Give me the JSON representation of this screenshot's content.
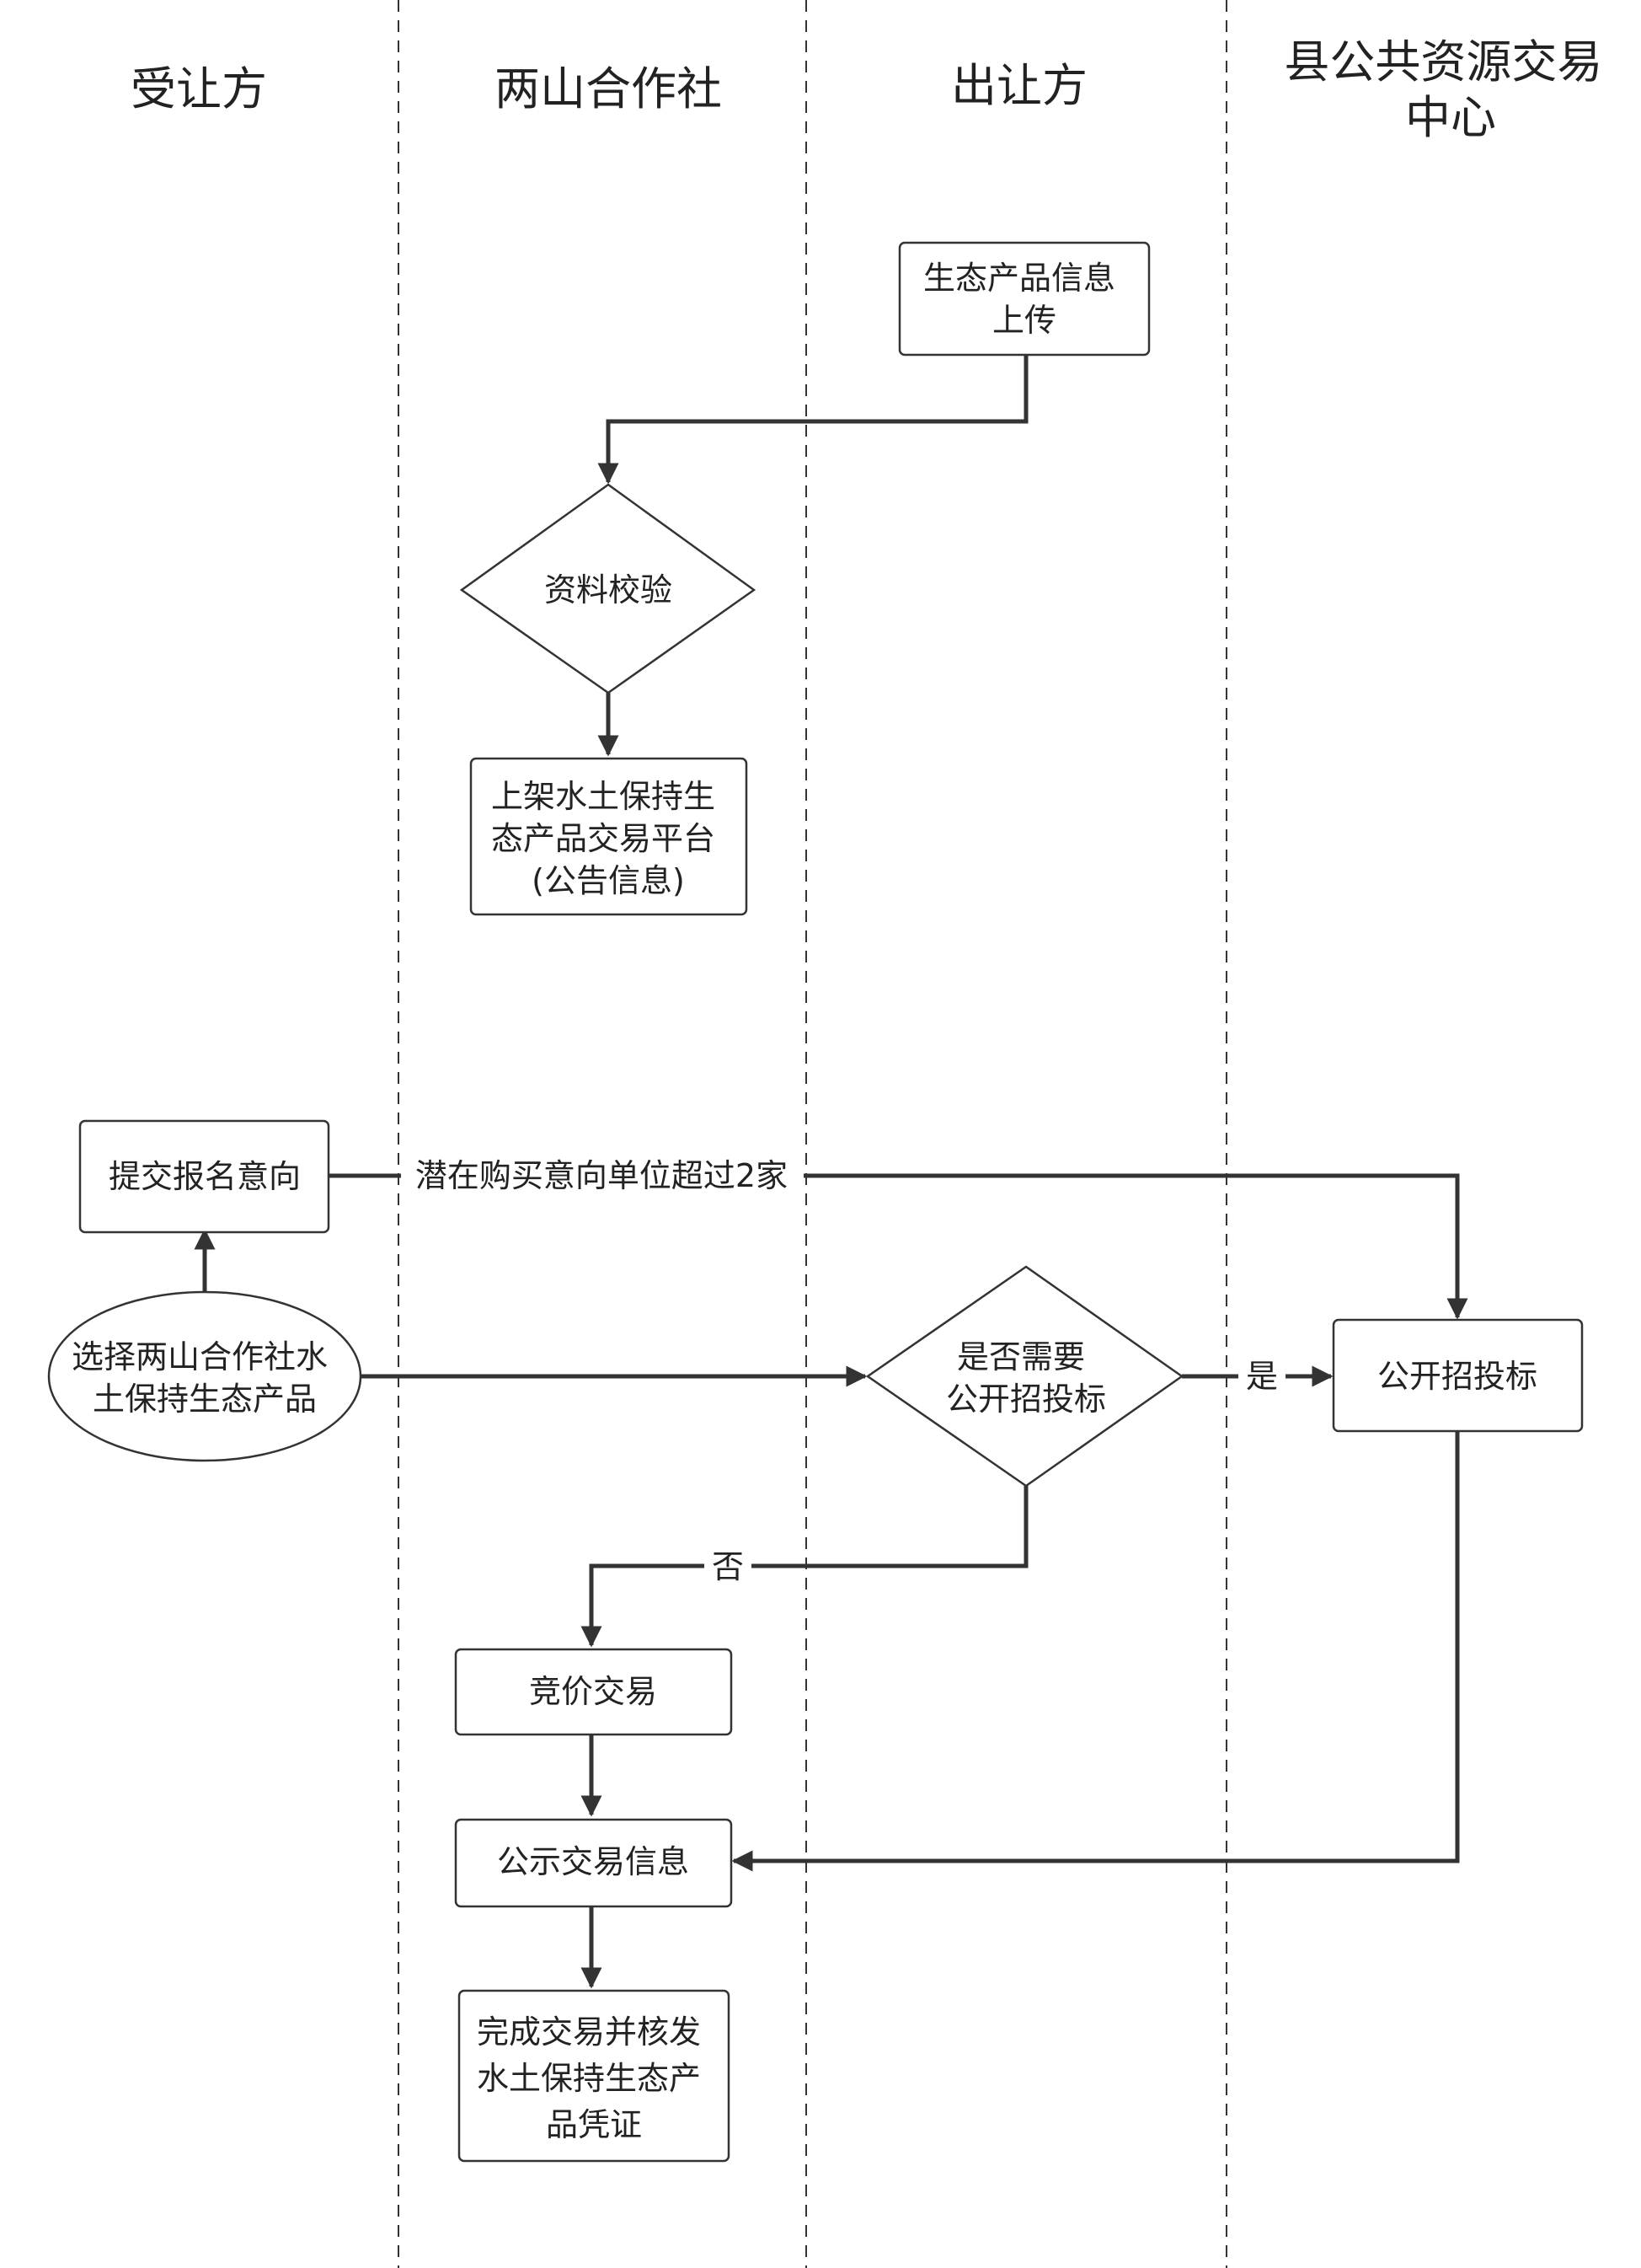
{
  "lanes": {
    "transferee": "受让方",
    "cooperative": "两山合作社",
    "transferor": "出让方",
    "exchange_center": [
      "县公共资源交易",
      "中心"
    ]
  },
  "nodes": {
    "upload_info": [
      "生态产品信息",
      "上传"
    ],
    "verify": "资料校验",
    "list_platform": [
      "上架水土保持生",
      "态产品交易平台",
      "(公告信息)"
    ],
    "submit_intent": "提交报名意向",
    "select_product": [
      "选择两山合作社水",
      "土保持生态产品"
    ],
    "need_tender": [
      "是否需要",
      "公开招投标"
    ],
    "public_tender": "公开招投标",
    "bidding": "竞价交易",
    "publicize": "公示交易信息",
    "complete": [
      "完成交易并核发",
      "水土保持生态产",
      "品凭证"
    ]
  },
  "edge_labels": {
    "over_two_buyers": "潜在购买意向单位超过2家",
    "yes": "是",
    "no": "否"
  },
  "colors": {
    "stroke": "#333333",
    "text": "#222222",
    "background": "#ffffff"
  }
}
